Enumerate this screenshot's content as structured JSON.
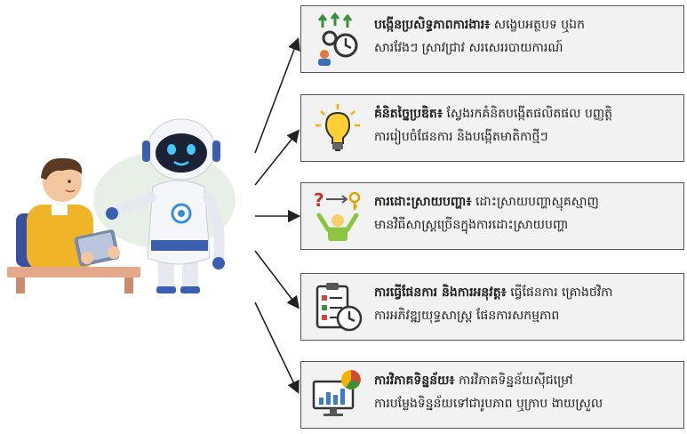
{
  "items": [
    {
      "title": "បង្កើនប្រសិទ្ធភាពការងារ៖",
      "line1": "សង្ខេបអត្ថបទ ឬឯក",
      "line2": "សារវែងៗ ស្រាវជ្រាវ សរសេររបាយការណ៍",
      "icon": "productivity-gears-clock-icon",
      "accent": "#3a8f3a"
    },
    {
      "title": "គំនិតច្នៃប្រឌិត៖",
      "line1": "ស្វែងរកគំនិតបង្កើតផលិតផល បញ្ញត្តិ",
      "line2": "ការរៀបចំផែនការ និងបង្កើតមាតិកាថ្មីៗ",
      "icon": "lightbulb-idea-icon",
      "accent": "#f2b400"
    },
    {
      "title": "ការដោះស្រាយបញ្ហា៖",
      "line1": "ដោះស្រាយបញ្ហាស្មុគស្មាញ",
      "line2": "មានវិធីសាស្ត្រច្រើនក្នុងការដោះស្រាយបញ្ហា",
      "icon": "problem-solving-person-key-icon",
      "accent": "#8cc63f"
    },
    {
      "title": "ការធ្វើផែនការ និងការអនុវត្ត៖",
      "line1": "ធ្វើផែនការ គ្រោងថវិកា",
      "line2": "ការអភិវឌ្ឍយុទ្ធសាស្ត្រ ផែនការសកម្មភាព",
      "icon": "clipboard-checklist-clock-icon",
      "accent": "#d04a3a"
    },
    {
      "title": "ការវិភាគទិន្នន័យ៖",
      "line1": "ការវិភាគទិន្នន័យស៊ីជម្រៅ",
      "line2": "ការបម្លែងទិន្នន័យទៅជារូបភាព ឬក្រាប ងាយស្រួល",
      "icon": "data-analysis-monitor-chart-icon",
      "accent": "#3a7fc4"
    }
  ]
}
